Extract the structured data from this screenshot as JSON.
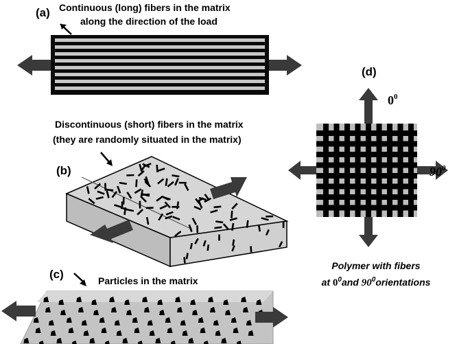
{
  "panel_a": {
    "label": "(a)",
    "title_line1": "Continuous (long) fibers in the matrix",
    "title_line2": "along the direction of the load"
  },
  "panel_b": {
    "label": "(b)",
    "title_line1": "Discontinuous (short) fibers in the matrix",
    "title_line2": "(they are randomly situated in the matrix)"
  },
  "panel_c": {
    "label": "(c)",
    "title": "Particles in the matrix"
  },
  "panel_d": {
    "label": "(d)",
    "angle_top": "0",
    "angle_top_sup": "0",
    "angle_right": "90",
    "angle_right_sup": "0",
    "caption_line1": "Polymer with fibers",
    "caption_line2_pre": "at ",
    "caption_0": "0",
    "caption_0_sup": "0",
    "caption_and": "and ",
    "caption_90": "90",
    "caption_90_sup": "0",
    "caption_end": "orientations"
  },
  "colors": {
    "matrix": "#c8c8c8",
    "fiber": "#0a0a0a",
    "arrow": "#3a3a3a"
  }
}
